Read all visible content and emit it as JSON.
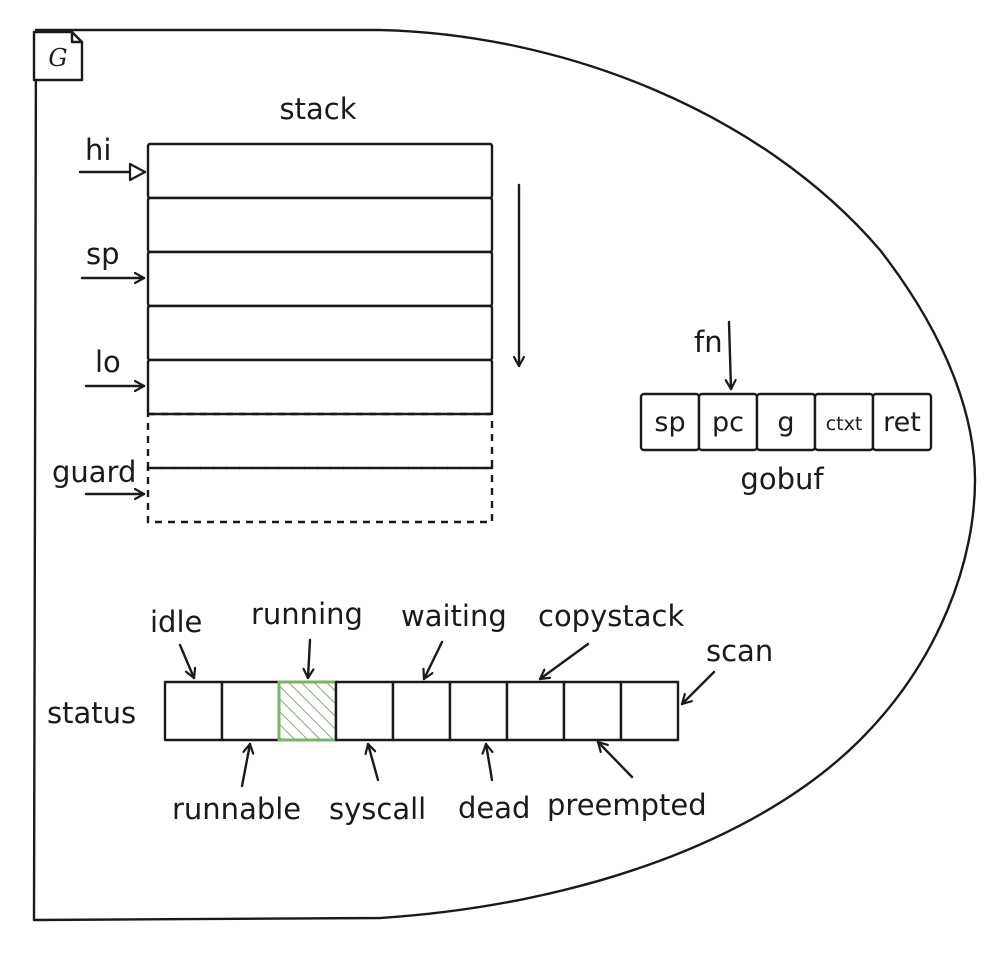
{
  "g_tag": "G",
  "stack": {
    "title": "stack",
    "pointers": {
      "hi": "hi",
      "sp": "sp",
      "lo": "lo",
      "guard": "guard"
    },
    "frames": 5,
    "guard_frames": 2,
    "grows_downward": true
  },
  "gobuf": {
    "title": "gobuf",
    "fn_label": "fn",
    "fields": [
      "sp",
      "pc",
      "g",
      "ctxt",
      "ret"
    ],
    "fn_points_to": "pc"
  },
  "status": {
    "label": "status",
    "highlight_index": 2,
    "highlight_color": "#7ab26a",
    "top_labels": [
      "idle",
      "running",
      "waiting",
      "copystack",
      "scan"
    ],
    "bottom_labels": [
      "runnable",
      "syscall",
      "dead",
      "preempted"
    ]
  }
}
